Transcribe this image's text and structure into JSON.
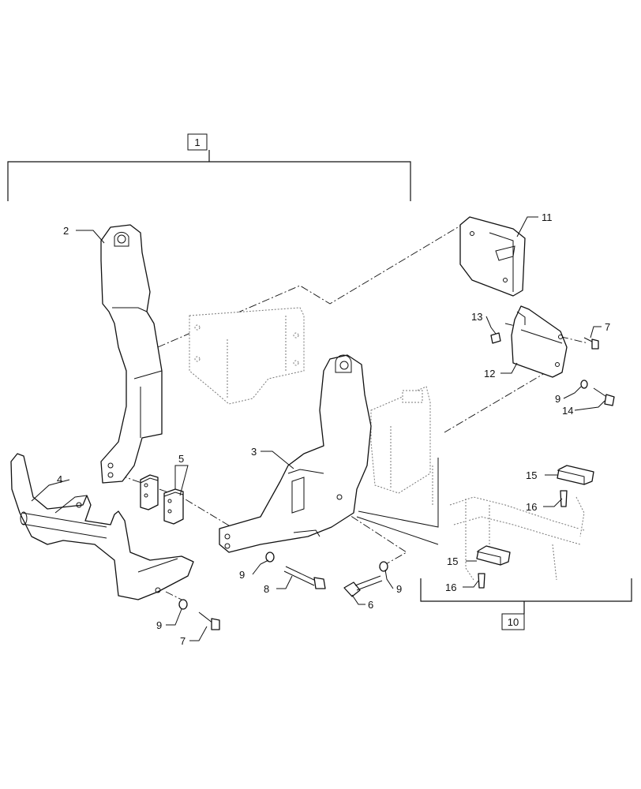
{
  "labels": {
    "l1": "1",
    "l2": "2",
    "l3": "3",
    "l4": "4",
    "l5": "5",
    "l6": "6",
    "l7a": "7",
    "l7b": "7",
    "l8": "8",
    "l9a": "9",
    "l9b": "9",
    "l9c": "9",
    "l9d": "9",
    "l10": "10",
    "l11": "11",
    "l12": "12",
    "l13": "13",
    "l14": "14",
    "l15a": "15",
    "l15b": "15",
    "l16a": "16",
    "l16b": "16"
  }
}
